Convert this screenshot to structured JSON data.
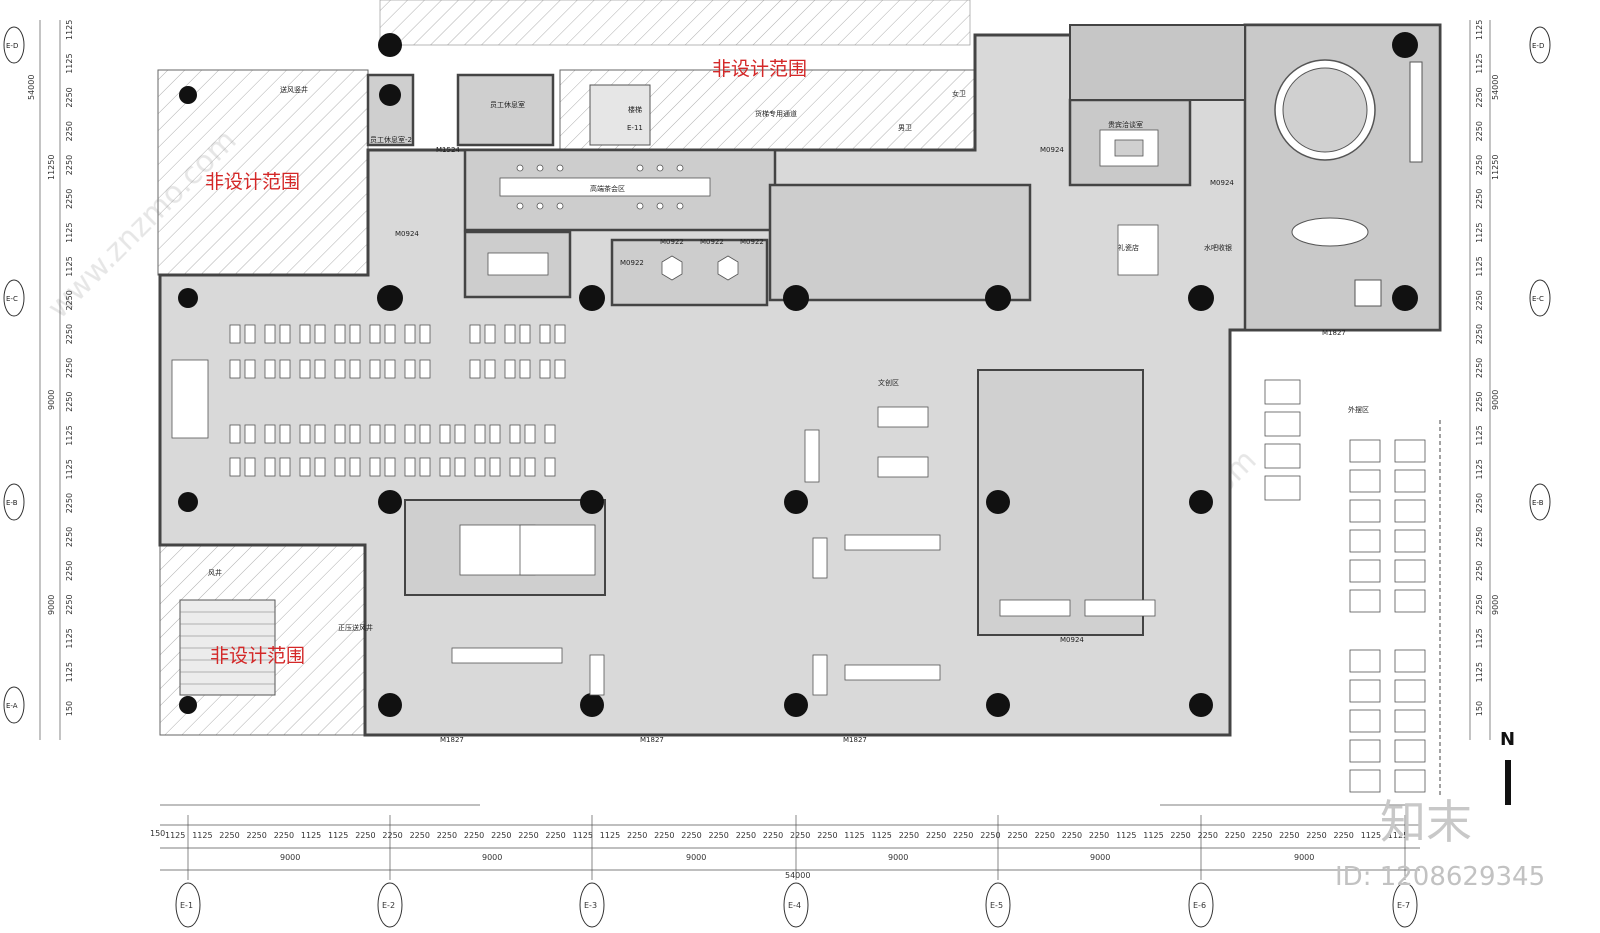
{
  "zones": {
    "excluded_label": "非设计范围"
  },
  "rooms": {
    "staff_rest": "员工休息室",
    "staff_rest_2": "员工休息室-2",
    "high_tea": "高端茶会区",
    "vip_lounge": "贵宾洽谈室",
    "cultural_area": "文创区",
    "gift_shop": "礼瓷店",
    "water_bar": "水吧收银",
    "outdoor_area": "外摆区",
    "stair": "楼梯",
    "stair_code": "E-11",
    "air_shaft": "风井",
    "positive_pressure_shaft": "正压送风井",
    "female_wc": "女卫",
    "male_wc": "男卫",
    "intake_shaft": "送风竖井",
    "freight_passage": "货梯专用通道"
  },
  "axes": {
    "top_segments": [
      "1125",
      "1125",
      "2250",
      "2250",
      "2250",
      "1125",
      "1125",
      "2250",
      "2250",
      "2250",
      "2250",
      "2250",
      "2250",
      "2250",
      "2250",
      "1125",
      "1125",
      "2250",
      "2250",
      "2250",
      "2250",
      "2250",
      "2250",
      "2250",
      "2250",
      "1125",
      "1125",
      "2250",
      "2250",
      "2250",
      "2250",
      "2250",
      "2250",
      "2250",
      "2250",
      "1125",
      "1125",
      "2250",
      "2250",
      "2250",
      "2250",
      "2250",
      "2250",
      "2250",
      "1125",
      "1125"
    ],
    "first_segment": "150",
    "bay_spans": [
      "9000",
      "9000",
      "9000",
      "9000",
      "9000",
      "9000"
    ],
    "total_length": "54000",
    "column_labels": [
      "E-1",
      "E-2",
      "E-3",
      "E-4",
      "E-5",
      "E-6",
      "E-7"
    ],
    "row_labels": [
      "E-D",
      "E-C",
      "E-B",
      "E-A"
    ],
    "side_total": "54000",
    "side_bays": [
      "11250",
      "9000",
      "9000"
    ],
    "side_segments": [
      "1125",
      "1125",
      "2250",
      "2250",
      "2250",
      "2250",
      "1125",
      "1125",
      "2250",
      "2250",
      "2250",
      "2250",
      "1125",
      "1125",
      "2250",
      "2250",
      "2250",
      "2250",
      "1125",
      "1125",
      "150"
    ]
  },
  "door_tags": [
    "M0924",
    "M1524",
    "M0922",
    "M1827",
    "M1827",
    "M1827",
    "M1827",
    "M0924",
    "M0924",
    "M0922",
    "M0922",
    "M0922",
    "M0924"
  ],
  "north_label": "N",
  "watermark": {
    "brand": "知末",
    "id_text": "ID: 1208629345",
    "domain": "www.znzmo.com"
  }
}
